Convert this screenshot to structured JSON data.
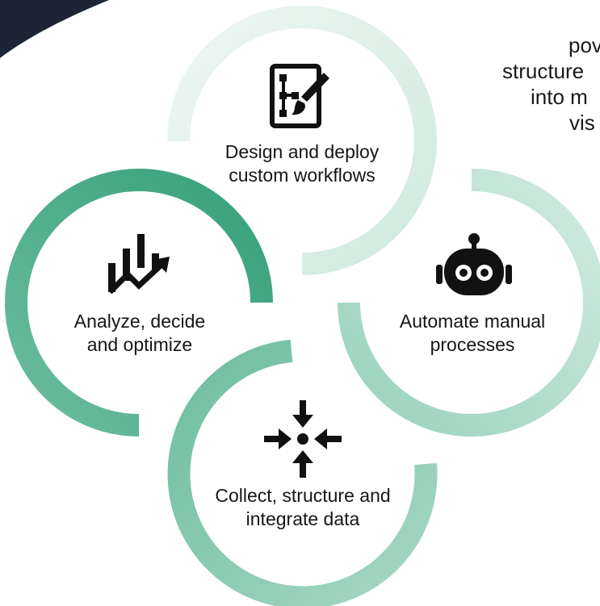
{
  "colors": {
    "navy": "#1c2536",
    "ring_light": "#e3f1ec",
    "ring_mid_light": "#c9e7dc",
    "ring_mid": "#8fceb5",
    "ring_dark": "#3aa37d",
    "ring_bottom": "#7cc4a8",
    "icon": "#111111"
  },
  "side_text": {
    "line1": "pov",
    "line2": "structure",
    "line3": "into m",
    "line4": "vis"
  },
  "steps": [
    {
      "id": "design",
      "line1": "Design and deploy",
      "line2": "custom workflows",
      "icon": "workflow-design-icon"
    },
    {
      "id": "analyze",
      "line1": "Analyze, decide",
      "line2": "and optimize",
      "icon": "analytics-chart-icon"
    },
    {
      "id": "automate",
      "line1": "Automate manual",
      "line2": "processes",
      "icon": "robot-icon"
    },
    {
      "id": "collect",
      "line1": "Collect, structure and",
      "line2": "integrate data",
      "icon": "converge-arrows-icon"
    }
  ]
}
